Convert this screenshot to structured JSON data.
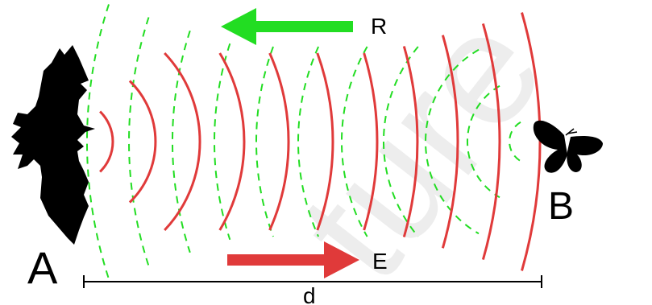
{
  "labels": {
    "point_a": "A",
    "point_b": "B",
    "distance": "d",
    "reflected": "R",
    "emitted": "E"
  },
  "watermark": "ture",
  "colors": {
    "emitted": "#e03a3a",
    "reflected": "#22dd22",
    "silhouette": "#000000",
    "watermark": "#e8e8e8"
  },
  "icons": {
    "source": "bat-silhouette",
    "target": "moth-silhouette"
  }
}
